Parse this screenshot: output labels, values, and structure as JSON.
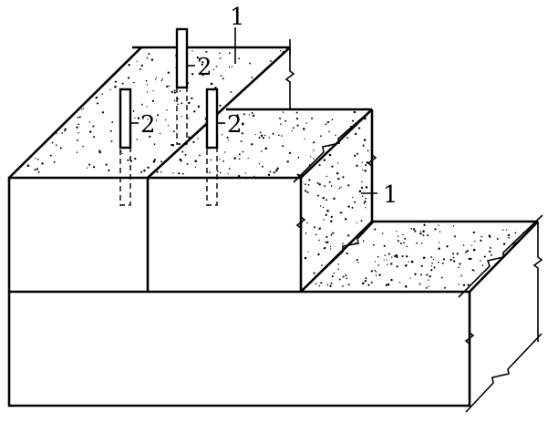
{
  "diagram": {
    "callouts": {
      "label_1_top": "1",
      "label_1_side": "1",
      "label_2_peg_a": "2",
      "label_2_peg_b": "2",
      "label_2_peg_c": "2"
    },
    "style": {
      "line_color": "#000000",
      "background": "#ffffff"
    }
  }
}
